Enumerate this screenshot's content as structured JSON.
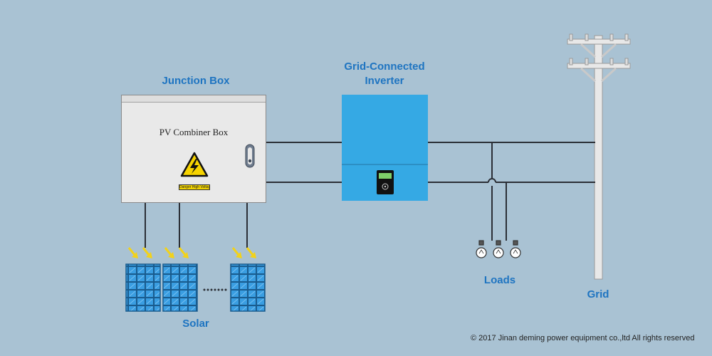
{
  "labels": {
    "junction_box": "Junction Box",
    "inverter": "Grid-Connected\nInverter",
    "loads": "Loads",
    "solar": "Solar",
    "grid": "Grid"
  },
  "combiner_box": {
    "title": "PV Combiner Box",
    "warning_text": "Danger High Voltage"
  },
  "footer": {
    "copyright": "© 2017 Jinan deming power equipment co.,ltd All rights reserved"
  },
  "colors": {
    "background": "#a9c2d3",
    "label_blue": "#1e74c1",
    "inverter_blue": "#35a9e4",
    "panel_blue": "#3a9ee2",
    "wire": "#2b2f36",
    "sun_arrow": "#f2d21a"
  },
  "icons": [
    "high-voltage-warning-icon",
    "sun-ray-icon",
    "light-bulb-icon",
    "inverter-display-icon",
    "utility-pole-icon"
  ]
}
